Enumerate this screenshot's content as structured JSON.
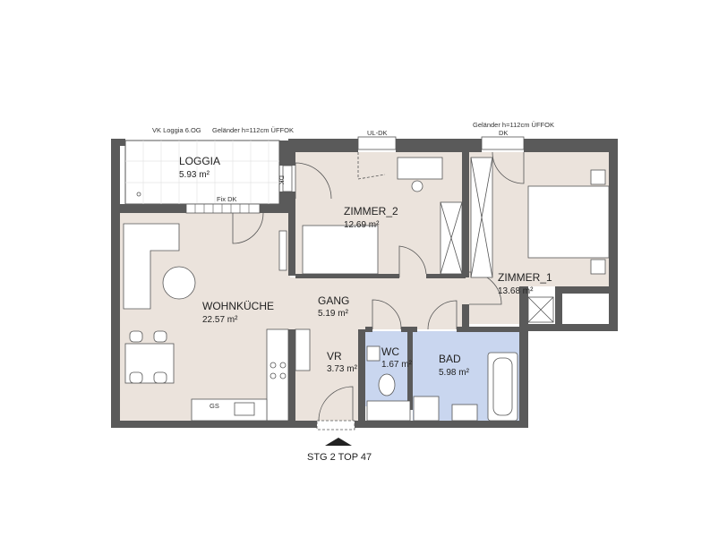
{
  "plan": {
    "rooms": [
      {
        "name": "LOGGIA",
        "area": "5.93 m²"
      },
      {
        "name": "ZIMMER_2",
        "area": "12.69 m²"
      },
      {
        "name": "ZIMMER_1",
        "area": "13.68 m²"
      },
      {
        "name": "WOHNKÜCHE",
        "area": "22.57 m²"
      },
      {
        "name": "GANG",
        "area": "5.19 m²"
      },
      {
        "name": "VR",
        "area": "3.73 m²"
      },
      {
        "name": "WC",
        "area": "1.67 m²"
      },
      {
        "name": "BAD",
        "area": "5.98 m²"
      }
    ],
    "notes": {
      "loggia_note": "VK Loggia 6.OG",
      "railing_left": "Geländer h=112cm ÜFFOK",
      "railing_right": "Geländer h=112cm ÜFFOK",
      "window_ul_dk": "UL-DK",
      "window_dk": "DK",
      "loggia_dk": "DK",
      "fix_dk": "Fix DK",
      "gs": "GS"
    },
    "entrance": "STG 2 TOP 47",
    "colors": {
      "wall": "#5a5a5a",
      "floor": "#ebe3dc",
      "wet": "#c9d6ef"
    }
  }
}
